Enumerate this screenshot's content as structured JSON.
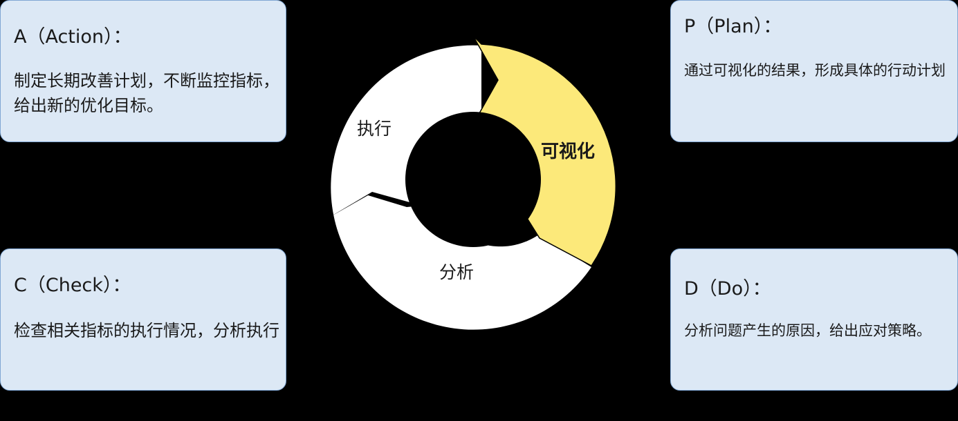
{
  "cards": {
    "action": {
      "title": "A（Action）：",
      "body": "制定长期改善计划，不断监控指标，给出新的优化目标。"
    },
    "check": {
      "title": "C（Check）：",
      "body": "检查相关指标的执行情况，分析执行"
    },
    "plan": {
      "title": "P（Plan）：",
      "body": "通过可视化的结果，形成具体的行动计划"
    },
    "do": {
      "title": "D（Do）：",
      "body": "分析问题产生的原因，给出应对策略。"
    }
  },
  "cycle": {
    "execute_label": "执行",
    "visualize_label": "可视化",
    "analyze_label": "分析"
  },
  "colors": {
    "background": "#000000",
    "card_fill": "#dce8f5",
    "card_border": "#7fa6d3",
    "segment_white": "#ffffff",
    "segment_yellow": "#fce97a"
  }
}
